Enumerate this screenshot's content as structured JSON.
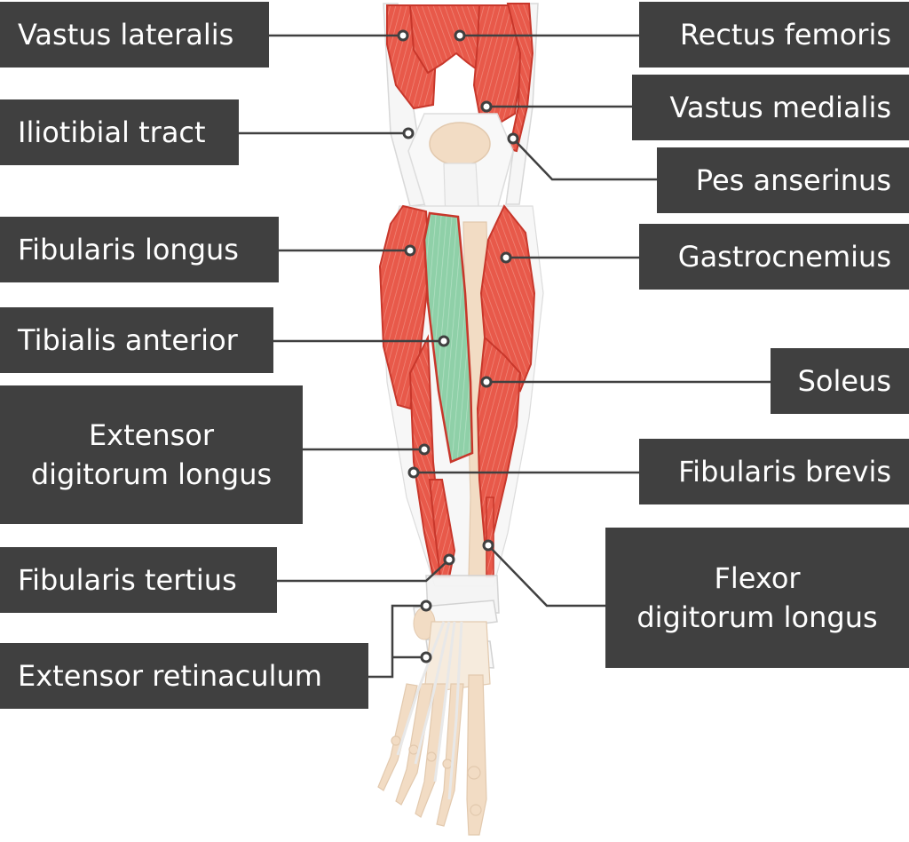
{
  "labels": {
    "vastus_lateralis": "Vastus lateralis",
    "iliotibial_tract": "Iliotibial tract",
    "fibularis_longus": "Fibularis longus",
    "tibialis_anterior": "Tibialis anterior",
    "extensor_digitorum_longus_1": "Extensor",
    "extensor_digitorum_longus_2": "digitorum longus",
    "fibularis_tertius": "Fibularis tertius",
    "extensor_retinaculum": "Extensor retinaculum",
    "rectus_femoris": "Rectus femoris",
    "vastus_medialis": "Vastus medialis",
    "pes_anserinus": "Pes anserinus",
    "gastrocnemius": "Gastrocnemius",
    "soleus": "Soleus",
    "fibularis_brevis": "Fibularis brevis",
    "flexor_digitorum_longus_1": "Flexor",
    "flexor_digitorum_longus_2": "digitorum longus"
  },
  "colors": {
    "label_bg": "#404040",
    "label_text": "#ffffff",
    "muscle": "#e8594a",
    "muscle_dark": "#c8372b",
    "highlight_muscle": "#8fd0a8",
    "bone": "#f2dcc4",
    "tendon": "#f4f4f4",
    "leader_line": "#404040"
  }
}
